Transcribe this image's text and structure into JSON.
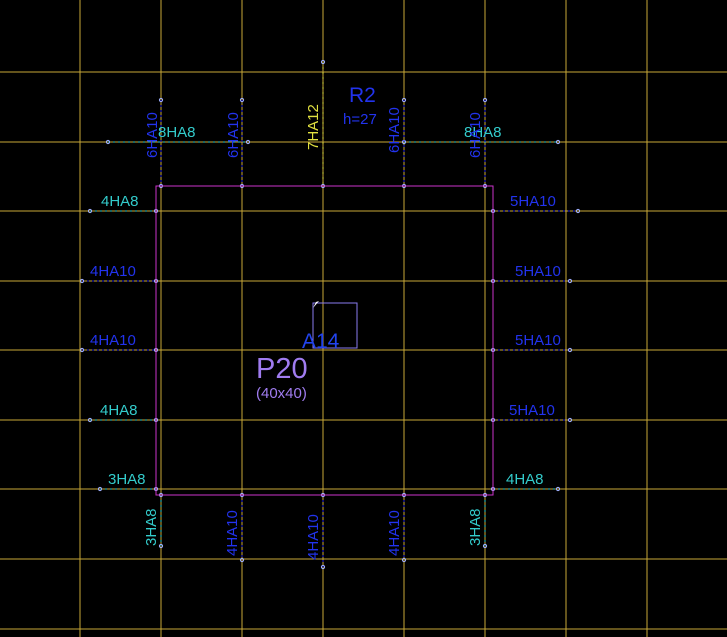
{
  "colors": {
    "background": "#000000",
    "grid": "#c8a838",
    "slab_outline": "#cc33cc",
    "rebar_cyan": "#33cccc",
    "rebar_blue": "#2222dd",
    "rebar_yellow": "#e0e040",
    "column_purple": "#a07cf0",
    "column_outline": "#8a7cf0",
    "marker": "#a0b0ff"
  },
  "region": {
    "label": "R2",
    "height_label": "h=27"
  },
  "column": {
    "name": "P20",
    "size": "(40x40)",
    "area_label": "A14"
  },
  "top": {
    "left_outer": "8HA8",
    "left_outer_vertical": "6HA10",
    "left_inner_vertical": "6HA10",
    "center_vertical": "7HA12",
    "right_inner_vertical": "6HA10",
    "right_outer": "8HA8",
    "right_outer_vertical": "6HA10"
  },
  "left_side": [
    "4HA8",
    "4HA10",
    "4HA10",
    "4HA8",
    "3HA8"
  ],
  "right_side": [
    "5HA10",
    "5HA10",
    "5HA10",
    "5HA10",
    "4HA8"
  ],
  "bottom": [
    "3HA8",
    "4HA10",
    "4HA10",
    "4HA10",
    "3HA8"
  ]
}
